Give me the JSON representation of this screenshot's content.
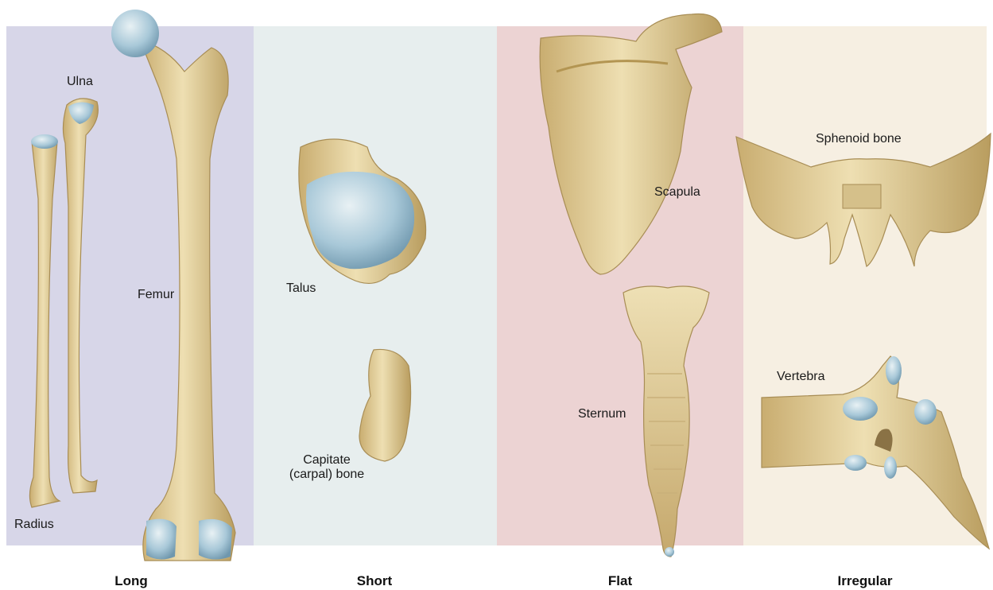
{
  "categories": {
    "long": "Long",
    "short": "Short",
    "flat": "Flat",
    "irregular": "Irregular"
  },
  "labels": {
    "ulna": "Ulna",
    "radius": "Radius",
    "femur": "Femur",
    "talus": "Talus",
    "capitate_line1": "Capitate",
    "capitate_line2": "(carpal) bone",
    "scapula": "Scapula",
    "sternum": "Sternum",
    "sphenoid": "Sphenoid bone",
    "vertebra": "Vertebra"
  },
  "colors": {
    "panel_long": "#d7d6e8",
    "panel_short": "#e7eeee",
    "panel_flat": "#ecd3d3",
    "panel_irregular": "#f6efe2",
    "bone": "#e3cf9c",
    "bone_shadow": "#b79d62",
    "cartilage": "#9fc3d6"
  }
}
